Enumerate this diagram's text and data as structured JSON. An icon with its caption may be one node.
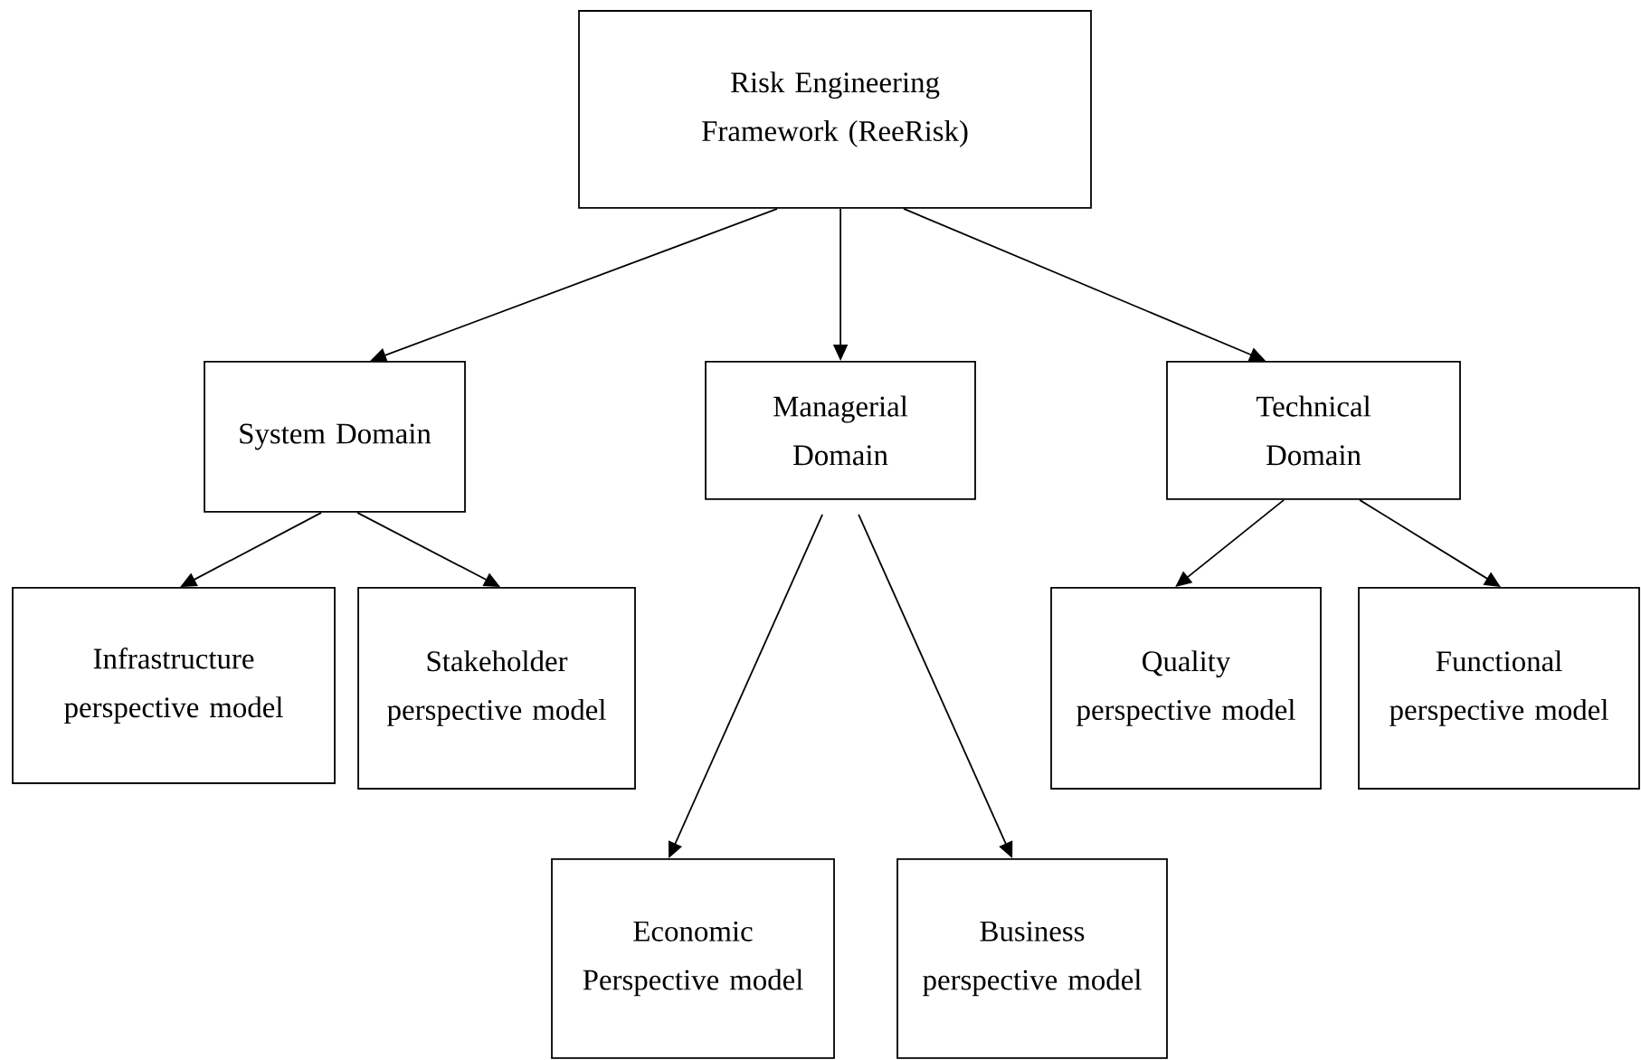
{
  "diagram": {
    "nodes": [
      {
        "text": [
          "Risk Engineering Framework (ReeRisk)"
        ]
      },
      {
        "text": [
          "System Domain"
        ]
      },
      {
        "text": [
          "Managerial Domain"
        ]
      },
      {
        "text": [
          "Technical Domain"
        ]
      },
      {
        "text": [
          "Infrastructure perspective model"
        ]
      },
      {
        "text": [
          "Stakeholder perspective model"
        ]
      },
      {
        "text": [
          "Quality perspective model"
        ]
      },
      {
        "text": [
          "Functional perspective model"
        ]
      },
      {
        "text": [
          "Economic Perspective model"
        ]
      },
      {
        "text": [
          "Business perspective model"
        ]
      }
    ],
    "edges": [
      {
        "from": 0,
        "to": 1,
        "arrow": "to"
      },
      {
        "from": 0,
        "to": 2,
        "arrow": "to"
      },
      {
        "from": 0,
        "to": 3,
        "arrow": "to"
      },
      {
        "from": 1,
        "to": 4,
        "arrow": "to"
      },
      {
        "from": 1,
        "to": 5,
        "arrow": "to"
      },
      {
        "from": 2,
        "to": 8,
        "arrow": "to"
      },
      {
        "from": 2,
        "to": 9,
        "arrow": "to"
      },
      {
        "from": 3,
        "to": 6,
        "arrow": "to"
      },
      {
        "from": 3,
        "to": 7,
        "arrow": "to"
      }
    ]
  }
}
